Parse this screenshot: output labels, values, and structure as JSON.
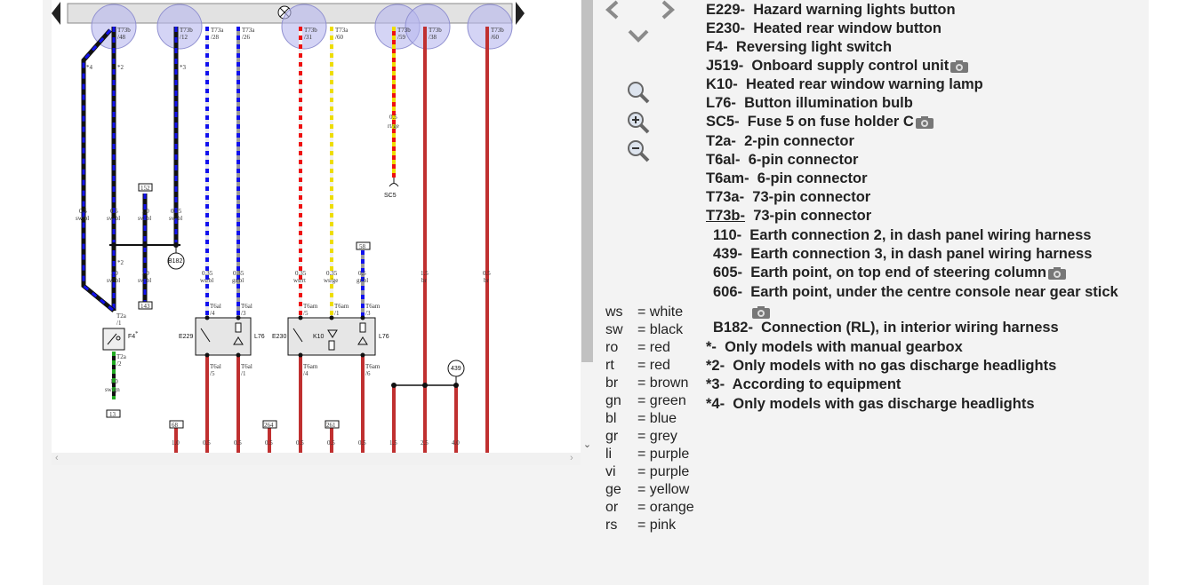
{
  "legend": [
    {
      "code": "E229-",
      "desc": "Hazard warning lights button",
      "link": false,
      "camera": false
    },
    {
      "code": "E230-",
      "desc": "Heated rear window button",
      "link": false,
      "camera": false
    },
    {
      "code": "F4-",
      "desc": "Reversing light switch",
      "link": false,
      "camera": false
    },
    {
      "code": "J519-",
      "desc": "Onboard supply control unit",
      "link": false,
      "camera": true
    },
    {
      "code": "K10-",
      "desc": "Heated rear window warning lamp",
      "link": false,
      "camera": false
    },
    {
      "code": "L76-",
      "desc": "Button illumination bulb",
      "link": false,
      "camera": false
    },
    {
      "code": "SC5-",
      "desc": "Fuse 5 on fuse holder C",
      "link": false,
      "camera": true
    },
    {
      "code": "T2a-",
      "desc": "2-pin connector",
      "link": false,
      "camera": false
    },
    {
      "code": "T6al-",
      "desc": "6-pin connector",
      "link": false,
      "camera": false
    },
    {
      "code": "T6am-",
      "desc": "6-pin connector",
      "link": false,
      "camera": false
    },
    {
      "code": "T73a-",
      "desc": "73-pin connector",
      "link": false,
      "camera": false
    },
    {
      "code": "T73b-",
      "desc": "73-pin connector",
      "link": true,
      "camera": false
    },
    {
      "code": "110-",
      "desc": "Earth connection 2, in dash panel wiring harness",
      "link": false,
      "camera": false
    },
    {
      "code": "439-",
      "desc": "Earth connection 3, in dash panel wiring harness",
      "link": false,
      "camera": false
    },
    {
      "code": "605-",
      "desc": "Earth point, on top end of steering column",
      "link": false,
      "camera": true
    },
    {
      "code": "606-",
      "desc": "Earth point, under the centre console near gear stick",
      "link": false,
      "camera": false
    },
    {
      "code": "B182-",
      "desc": "Connection (RL), in interior wiring harness",
      "link": false,
      "camera": false
    },
    {
      "code": "*-",
      "desc": "Only models with manual gearbox",
      "link": false,
      "camera": false
    },
    {
      "code": "*2-",
      "desc": "Only models with no gas discharge headlights",
      "link": false,
      "camera": false
    },
    {
      "code": "*3-",
      "desc": "According to equipment",
      "link": false,
      "camera": false
    },
    {
      "code": "*4-",
      "desc": "Only models with gas discharge headlights",
      "link": false,
      "camera": false
    }
  ],
  "colors": [
    {
      "abbr": "ws",
      "name": "= white"
    },
    {
      "abbr": "sw",
      "name": "= black"
    },
    {
      "abbr": "ro",
      "name": "= red"
    },
    {
      "abbr": "rt",
      "name": "= red"
    },
    {
      "abbr": "br",
      "name": "= brown"
    },
    {
      "abbr": "gn",
      "name": "= green"
    },
    {
      "abbr": "bl",
      "name": "= blue"
    },
    {
      "abbr": "gr",
      "name": "= grey"
    },
    {
      "abbr": "li",
      "name": "= purple"
    },
    {
      "abbr": "vi",
      "name": "= purple"
    },
    {
      "abbr": "ge",
      "name": "= yellow"
    },
    {
      "abbr": "or",
      "name": "= orange"
    },
    {
      "abbr": "rs",
      "name": "= pink"
    }
  ],
  "diagram": {
    "connectors": [
      {
        "line1": "T73b",
        "line2": "/48"
      },
      {
        "line1": "T73b",
        "line2": "/12"
      },
      {
        "line1": "T73a",
        "line2": "/28"
      },
      {
        "line1": "T73a",
        "line2": "/26"
      },
      {
        "line1": "T73b",
        "line2": "/31"
      },
      {
        "line1": "T73a",
        "line2": "/60"
      },
      {
        "line1": "T73b",
        "line2": "/59"
      },
      {
        "line1": "T73b",
        "line2": "/38"
      },
      {
        "line1": "T73b",
        "line2": "/60"
      }
    ],
    "wire_specs": [
      {
        "size": "0.5",
        "color": "sw/bl"
      },
      {
        "size": "0.5",
        "color": "sw/bl"
      },
      {
        "size": "1.0",
        "color": "sw/bl"
      },
      {
        "size": "0.35",
        "color": "sw/bl"
      },
      {
        "size": "1.0",
        "color": "sw/bl"
      },
      {
        "size": "1.0",
        "color": "sw/bl"
      },
      {
        "size": "0.35",
        "color": "ws/bl"
      },
      {
        "size": "0.35",
        "color": "gr/bl"
      },
      {
        "size": "0.35",
        "color": "ws/rt"
      },
      {
        "size": "0.35",
        "color": "ws/ge"
      },
      {
        "size": "0.5",
        "color": "gr/bl"
      },
      {
        "size": "1.5",
        "color": "br"
      },
      {
        "size": "0.5",
        "color": "br"
      },
      {
        "size": "0.5",
        "color": "rt/ge"
      },
      {
        "size": "1.0",
        "color": "sw/gn"
      }
    ],
    "notes": [
      "*4",
      "*2",
      "*3",
      "*2",
      "*"
    ],
    "boxes": [
      "152",
      "143",
      "58",
      "13",
      "68",
      "264",
      "261"
    ],
    "components": [
      "E229",
      "L76",
      "E230",
      "K10",
      "L76",
      "F4",
      "SC5",
      "B182",
      "439"
    ],
    "pins": [
      {
        "line1": "T6al",
        "line2": "/4"
      },
      {
        "line1": "T6al",
        "line2": "/3"
      },
      {
        "line1": "T6am",
        "line2": "/5"
      },
      {
        "line1": "T6am",
        "line2": "/1"
      },
      {
        "line1": "T6am",
        "line2": "/3"
      },
      {
        "line1": "T6al",
        "line2": "/5"
      },
      {
        "line1": "T6al",
        "line2": "/1"
      },
      {
        "line1": "T6am",
        "line2": "/4"
      },
      {
        "line1": "T6am",
        "line2": "/6"
      },
      {
        "line1": "T2a",
        "line2": "/1"
      },
      {
        "line1": "T2a",
        "line2": "/2"
      }
    ],
    "bottom_sizes": [
      "1.0",
      "0.5",
      "0.5",
      "0.5",
      "0.5",
      "0.5",
      "0.5",
      "1.5",
      "2.5",
      "4.0"
    ]
  }
}
